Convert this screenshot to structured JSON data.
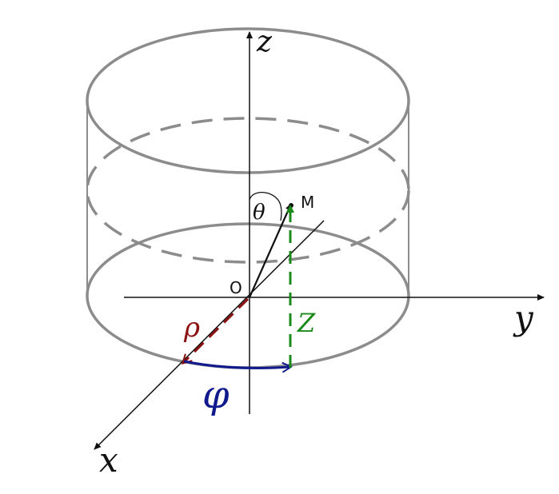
{
  "labels": {
    "z_axis": "z",
    "y_axis": "y",
    "x_axis": "x",
    "origin": "O",
    "point": "M",
    "theta": "θ",
    "rho": "ρ",
    "phi": "φ",
    "height": "Z"
  },
  "colors": {
    "axis": "#111111",
    "cylinder": "#8c8c8c",
    "rho": "#8b1010",
    "phi": "#101a8c",
    "height": "#1a8a1a"
  }
}
